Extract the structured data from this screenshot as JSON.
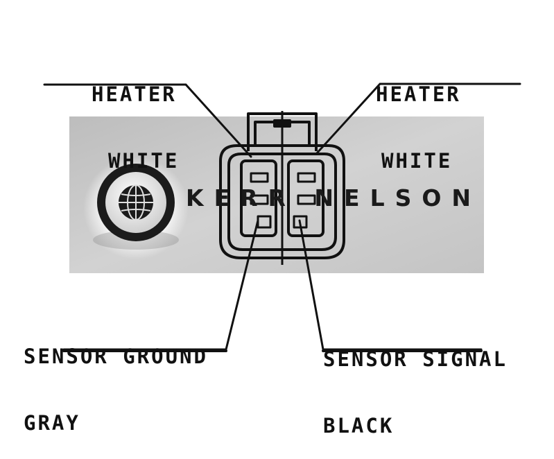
{
  "labels": {
    "top_left": {
      "line1": "HEATER",
      "line2": "WHITE"
    },
    "top_right": {
      "line1": "HEATER",
      "line2": "WHITE"
    },
    "bottom_left": {
      "line1": "SENSOR GROUND",
      "line2": "GRAY"
    },
    "bottom_right": {
      "line1": "SENSOR SIGNAL",
      "line2": "BLACK"
    }
  },
  "brand": {
    "text": "KERR NELSON",
    "logo_icon": "globe-icon"
  },
  "colors": {
    "ink": "#111111",
    "panel": "#c8c8c8",
    "background": "#ffffff"
  }
}
